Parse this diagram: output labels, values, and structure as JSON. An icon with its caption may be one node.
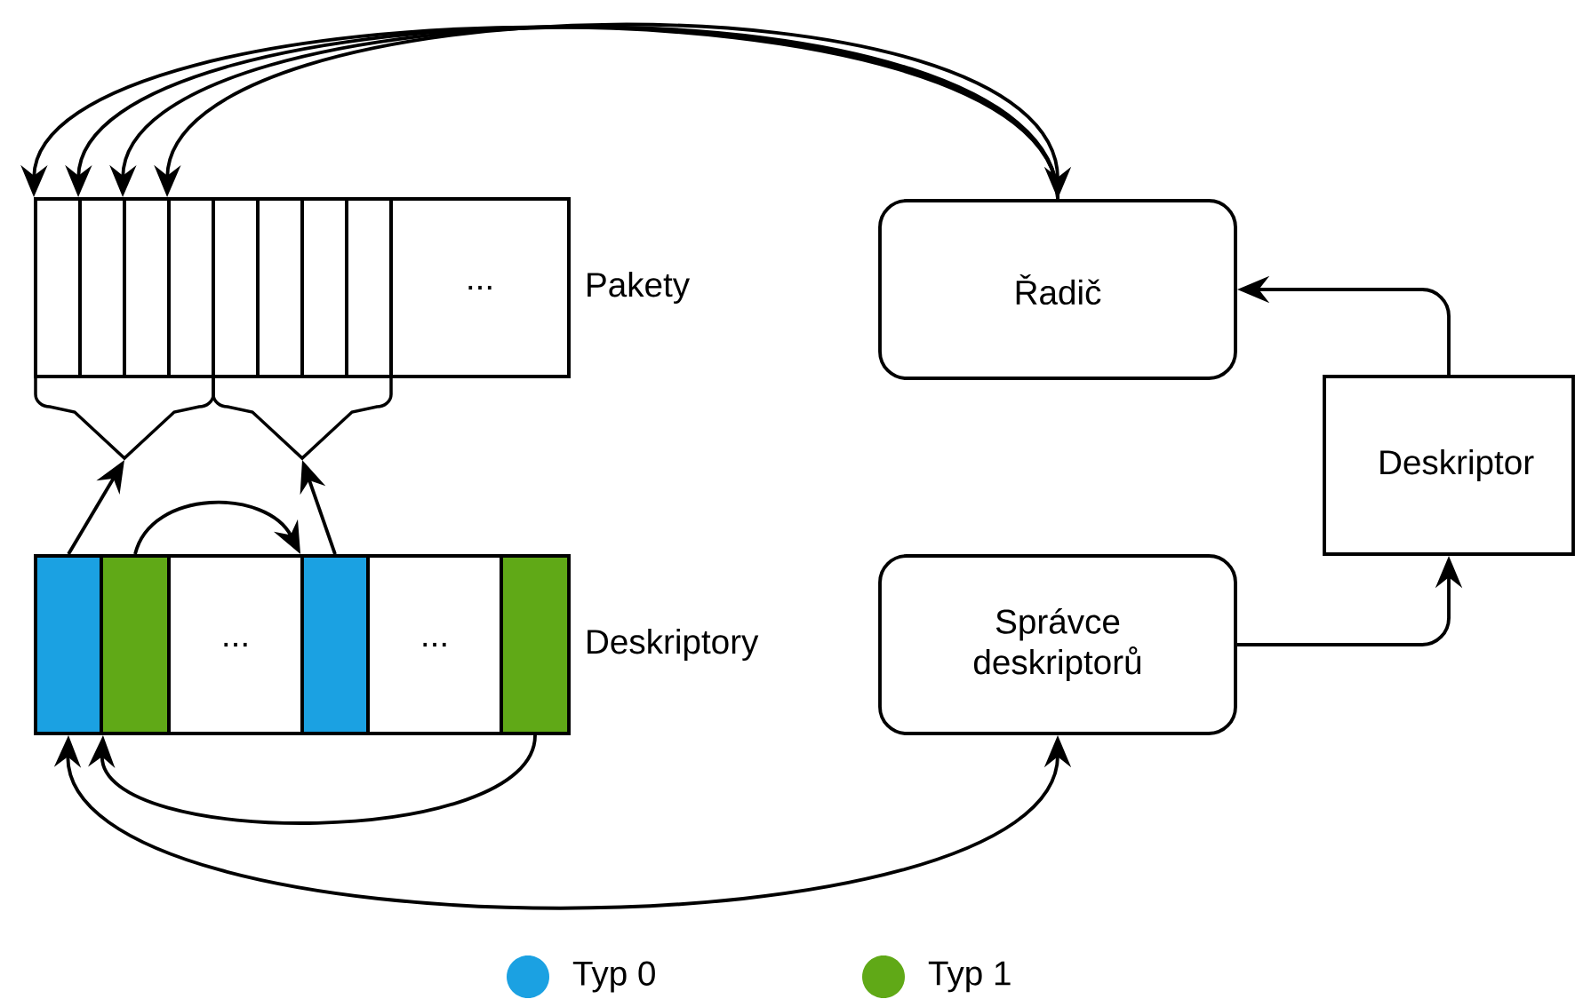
{
  "diagram": {
    "nodes": [
      {
        "text": [],
        "shape": "box",
        "beside": [
          "Pakety"
        ]
      },
      {
        "text": [],
        "shape": "box",
        "in": 0
      },
      {
        "text": [],
        "shape": "box",
        "in": 0
      },
      {
        "text": [],
        "shape": "box",
        "in": 0
      },
      {
        "text": [],
        "shape": "box",
        "in": 0
      },
      {
        "text": [],
        "shape": "box",
        "in": 0
      },
      {
        "text": [],
        "shape": "box",
        "in": 0
      },
      {
        "text": [],
        "shape": "box",
        "in": 0
      },
      {
        "text": [],
        "shape": "box",
        "in": 0
      },
      {
        "text": [
          "..."
        ],
        "in": 0
      },
      {
        "text": [],
        "shape": "bracket"
      },
      {
        "text": [],
        "shape": "bracket"
      },
      {
        "text": [],
        "shape": "box",
        "beside": [
          "Deskriptory"
        ]
      },
      {
        "text": [],
        "shape": "box",
        "in": 12
      },
      {
        "text": [],
        "shape": "box",
        "in": 12
      },
      {
        "text": [
          "..."
        ],
        "in": 12
      },
      {
        "text": [],
        "shape": "box",
        "in": 12
      },
      {
        "text": [
          "..."
        ],
        "in": 12
      },
      {
        "text": [],
        "shape": "box",
        "in": 12
      },
      {
        "text": [
          "Řadič"
        ]
      },
      {
        "text": [
          "Správce deskriptorů"
        ]
      },
      {
        "text": [
          "Deskriptor"
        ]
      }
    ],
    "edges": [
      {
        "from": 19,
        "to": 1,
        "arrow": "to"
      },
      {
        "from": 19,
        "to": 2,
        "arrow": "to"
      },
      {
        "from": 19,
        "to": 3,
        "arrow": "to"
      },
      {
        "from": 19,
        "to": 4,
        "arrow": "both"
      },
      {
        "from": 13,
        "to": 10,
        "arrow": "to"
      },
      {
        "from": 16,
        "to": 11,
        "arrow": "to"
      },
      {
        "from": 14,
        "to": 16,
        "arrow": "to"
      },
      {
        "from": 18,
        "to": 13,
        "arrow": "to"
      },
      {
        "from": 13,
        "to": 20,
        "arrow": "both"
      },
      {
        "from": 20,
        "to": 21,
        "arrow": "to"
      },
      {
        "from": 21,
        "to": 19,
        "arrow": "to"
      }
    ],
    "legend": [
      {
        "text": "Typ 0",
        "color": "#1ba1e2"
      },
      {
        "text": "Typ 1",
        "color": "#60a917"
      }
    ]
  }
}
